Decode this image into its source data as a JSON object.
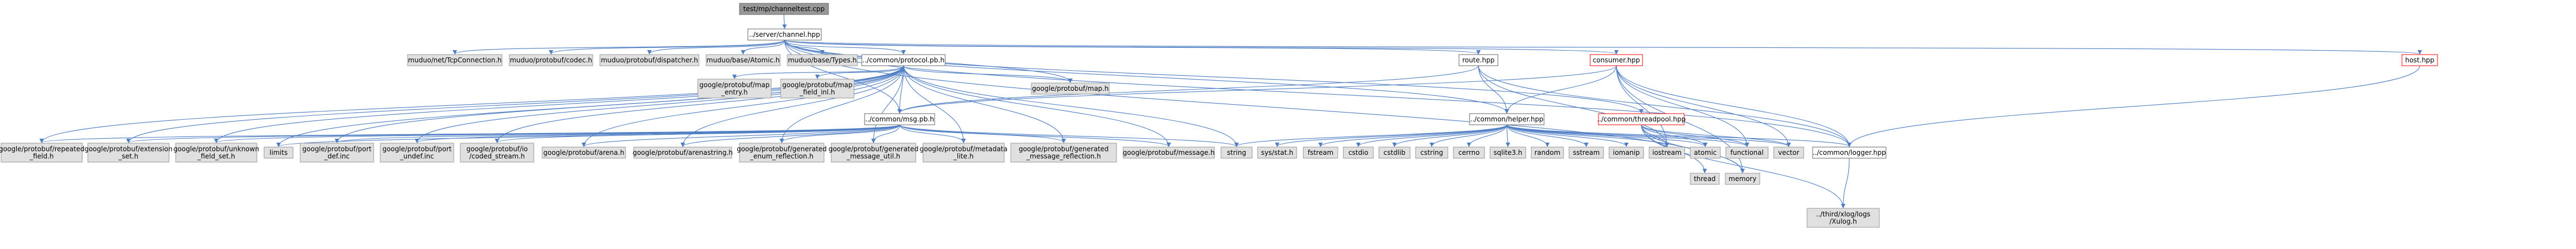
{
  "graph": {
    "colors": {
      "background": "#ffffff",
      "edge": "#4f7ec4",
      "root_fill": "#999999",
      "root_stroke": "#666666",
      "local_fill": "#ffffff",
      "local_stroke": "#666666",
      "system_fill": "#e0e0e0",
      "system_stroke": "#999999",
      "missing_fill": "#ffffff",
      "missing_stroke": "#ff0000"
    },
    "nodes": [
      {
        "id": "root",
        "kind": "root",
        "lines": [
          "test/mp/channeltest.cpp"
        ]
      },
      {
        "id": "channel",
        "kind": "local",
        "lines": [
          "../server/channel.hpp"
        ]
      },
      {
        "id": "tcpconn",
        "kind": "system",
        "lines": [
          "muduo/net/TcpConnection.h"
        ]
      },
      {
        "id": "codec",
        "kind": "system",
        "lines": [
          "muduo/protobuf/codec.h"
        ]
      },
      {
        "id": "dispatcher",
        "kind": "system",
        "lines": [
          "muduo/protobuf/dispatcher.h"
        ]
      },
      {
        "id": "atomic_h",
        "kind": "system",
        "lines": [
          "muduo/base/Atomic.h"
        ]
      },
      {
        "id": "types_h",
        "kind": "system",
        "lines": [
          "muduo/base/Types.h"
        ]
      },
      {
        "id": "protocol",
        "kind": "local",
        "lines": [
          "../common/protocol.pb.h"
        ]
      },
      {
        "id": "route",
        "kind": "local",
        "lines": [
          "route.hpp"
        ]
      },
      {
        "id": "consumer",
        "kind": "missing",
        "lines": [
          "consumer.hpp"
        ]
      },
      {
        "id": "host",
        "kind": "missing",
        "lines": [
          "host.hpp"
        ]
      },
      {
        "id": "map_entry",
        "kind": "system",
        "lines": [
          "google/protobuf/map",
          "_entry.h"
        ]
      },
      {
        "id": "map_field_inl",
        "kind": "system",
        "lines": [
          "google/protobuf/map",
          "_field_inl.h"
        ]
      },
      {
        "id": "map_h",
        "kind": "system",
        "lines": [
          "google/protobuf/map.h"
        ]
      },
      {
        "id": "msgpb",
        "kind": "local",
        "lines": [
          "../common/msg.pb.h"
        ]
      },
      {
        "id": "helper",
        "kind": "local",
        "lines": [
          "../common/helper.hpp"
        ]
      },
      {
        "id": "threadpool",
        "kind": "missing",
        "lines": [
          "../common/threadpool.hpp"
        ]
      },
      {
        "id": "repeated",
        "kind": "system",
        "lines": [
          "google/protobuf/repeated",
          "_field.h"
        ]
      },
      {
        "id": "extset",
        "kind": "system",
        "lines": [
          "google/protobuf/extension",
          "_set.h"
        ]
      },
      {
        "id": "unknown",
        "kind": "system",
        "lines": [
          "google/protobuf/unknown",
          "_field_set.h"
        ]
      },
      {
        "id": "limits",
        "kind": "system",
        "lines": [
          "limits"
        ]
      },
      {
        "id": "portdef",
        "kind": "system",
        "lines": [
          "google/protobuf/port",
          "_def.inc"
        ]
      },
      {
        "id": "portundef",
        "kind": "system",
        "lines": [
          "google/protobuf/port",
          "_undef.inc"
        ]
      },
      {
        "id": "coded",
        "kind": "system",
        "lines": [
          "google/protobuf/io",
          "/coded_stream.h"
        ]
      },
      {
        "id": "arena",
        "kind": "system",
        "lines": [
          "google/protobuf/arena.h"
        ]
      },
      {
        "id": "arenastring",
        "kind": "system",
        "lines": [
          "google/protobuf/arenastring.h"
        ]
      },
      {
        "id": "genenum",
        "kind": "system",
        "lines": [
          "google/protobuf/generated",
          "_enum_reflection.h"
        ]
      },
      {
        "id": "genmsgutil",
        "kind": "system",
        "lines": [
          "google/protobuf/generated",
          "_message_util.h"
        ]
      },
      {
        "id": "metalite",
        "kind": "system",
        "lines": [
          "google/protobuf/metadata",
          "_lite.h"
        ]
      },
      {
        "id": "genmsgrefl",
        "kind": "system",
        "lines": [
          "google/protobuf/generated",
          "_message_reflection.h"
        ]
      },
      {
        "id": "message",
        "kind": "system",
        "lines": [
          "google/protobuf/message.h"
        ]
      },
      {
        "id": "string",
        "kind": "system",
        "lines": [
          "string"
        ]
      },
      {
        "id": "sysstat",
        "kind": "system",
        "lines": [
          "sys/stat.h"
        ]
      },
      {
        "id": "fstream",
        "kind": "system",
        "lines": [
          "fstream"
        ]
      },
      {
        "id": "cstdio",
        "kind": "system",
        "lines": [
          "cstdio"
        ]
      },
      {
        "id": "cstdlib",
        "kind": "system",
        "lines": [
          "cstdlib"
        ]
      },
      {
        "id": "cstring",
        "kind": "system",
        "lines": [
          "cstring"
        ]
      },
      {
        "id": "cerrno",
        "kind": "system",
        "lines": [
          "cerrno"
        ]
      },
      {
        "id": "sqlite3",
        "kind": "system",
        "lines": [
          "sqlite3.h"
        ]
      },
      {
        "id": "random",
        "kind": "system",
        "lines": [
          "random"
        ]
      },
      {
        "id": "sstream",
        "kind": "system",
        "lines": [
          "sstream"
        ]
      },
      {
        "id": "iomanip",
        "kind": "system",
        "lines": [
          "iomanip"
        ]
      },
      {
        "id": "iostream",
        "kind": "system",
        "lines": [
          "iostream"
        ]
      },
      {
        "id": "atomic",
        "kind": "system",
        "lines": [
          "atomic"
        ]
      },
      {
        "id": "functional",
        "kind": "system",
        "lines": [
          "functional"
        ]
      },
      {
        "id": "vector",
        "kind": "system",
        "lines": [
          "vector"
        ]
      },
      {
        "id": "logger",
        "kind": "local",
        "lines": [
          "../common/logger.hpp"
        ]
      },
      {
        "id": "thread",
        "kind": "system",
        "lines": [
          "thread"
        ]
      },
      {
        "id": "memory",
        "kind": "system",
        "lines": [
          "memory"
        ]
      },
      {
        "id": "xlog",
        "kind": "system",
        "lines": [
          "../third/xlog/logs",
          "/Xulog.h"
        ]
      }
    ],
    "edges": [
      [
        "root",
        "channel"
      ],
      [
        "channel",
        "tcpconn"
      ],
      [
        "channel",
        "codec"
      ],
      [
        "channel",
        "dispatcher"
      ],
      [
        "channel",
        "atomic_h"
      ],
      [
        "channel",
        "types_h"
      ],
      [
        "channel",
        "protocol"
      ],
      [
        "channel",
        "route"
      ],
      [
        "channel",
        "consumer"
      ],
      [
        "channel",
        "host"
      ],
      [
        "channel",
        "map_h"
      ],
      [
        "channel",
        "msgpb"
      ],
      [
        "channel",
        "helper"
      ],
      [
        "channel",
        "threadpool"
      ],
      [
        "channel",
        "logger"
      ],
      [
        "channel",
        "memory"
      ],
      [
        "protocol",
        "map_entry"
      ],
      [
        "protocol",
        "map_field_inl"
      ],
      [
        "protocol",
        "map_h"
      ],
      [
        "protocol",
        "msgpb"
      ],
      [
        "protocol",
        "repeated"
      ],
      [
        "protocol",
        "extset"
      ],
      [
        "protocol",
        "unknown"
      ],
      [
        "protocol",
        "limits"
      ],
      [
        "protocol",
        "portdef"
      ],
      [
        "protocol",
        "portundef"
      ],
      [
        "protocol",
        "coded"
      ],
      [
        "protocol",
        "arena"
      ],
      [
        "protocol",
        "arenastring"
      ],
      [
        "protocol",
        "genenum"
      ],
      [
        "protocol",
        "genmsgutil"
      ],
      [
        "protocol",
        "metalite"
      ],
      [
        "protocol",
        "genmsgrefl"
      ],
      [
        "protocol",
        "message"
      ],
      [
        "protocol",
        "string"
      ],
      [
        "msgpb",
        "repeated"
      ],
      [
        "msgpb",
        "extset"
      ],
      [
        "msgpb",
        "unknown"
      ],
      [
        "msgpb",
        "limits"
      ],
      [
        "msgpb",
        "portdef"
      ],
      [
        "msgpb",
        "portundef"
      ],
      [
        "msgpb",
        "coded"
      ],
      [
        "msgpb",
        "arena"
      ],
      [
        "msgpb",
        "arenastring"
      ],
      [
        "msgpb",
        "genenum"
      ],
      [
        "msgpb",
        "genmsgutil"
      ],
      [
        "msgpb",
        "metalite"
      ],
      [
        "msgpb",
        "genmsgrefl"
      ],
      [
        "msgpb",
        "message"
      ],
      [
        "msgpb",
        "string"
      ],
      [
        "route",
        "msgpb"
      ],
      [
        "route",
        "helper"
      ],
      [
        "route",
        "iostream"
      ],
      [
        "route",
        "logger"
      ],
      [
        "consumer",
        "msgpb"
      ],
      [
        "consumer",
        "helper"
      ],
      [
        "consumer",
        "logger"
      ],
      [
        "consumer",
        "iostream"
      ],
      [
        "consumer",
        "functional"
      ],
      [
        "consumer",
        "vector"
      ],
      [
        "consumer",
        "memory"
      ],
      [
        "helper",
        "string"
      ],
      [
        "helper",
        "sysstat"
      ],
      [
        "helper",
        "fstream"
      ],
      [
        "helper",
        "cstdio"
      ],
      [
        "helper",
        "cstdlib"
      ],
      [
        "helper",
        "cstring"
      ],
      [
        "helper",
        "cerrno"
      ],
      [
        "helper",
        "sqlite3"
      ],
      [
        "helper",
        "random"
      ],
      [
        "helper",
        "sstream"
      ],
      [
        "helper",
        "iomanip"
      ],
      [
        "helper",
        "iostream"
      ],
      [
        "helper",
        "atomic"
      ],
      [
        "helper",
        "functional"
      ],
      [
        "helper",
        "vector"
      ],
      [
        "helper",
        "logger"
      ],
      [
        "threadpool",
        "iostream"
      ],
      [
        "threadpool",
        "atomic"
      ],
      [
        "threadpool",
        "functional"
      ],
      [
        "threadpool",
        "vector"
      ],
      [
        "threadpool",
        "thread"
      ],
      [
        "threadpool",
        "memory"
      ],
      [
        "threadpool",
        "xlog"
      ],
      [
        "logger",
        "xlog"
      ],
      [
        "host",
        "logger"
      ]
    ]
  }
}
